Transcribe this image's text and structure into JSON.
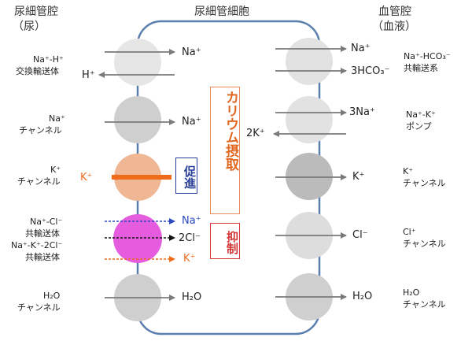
{
  "headers": {
    "left": "尿細管腔",
    "left_sub": "（尿）",
    "center": "尿細管細胞",
    "right": "血管腔",
    "right_sub": "（血液）"
  },
  "left_labels": {
    "nah_exchanger_ion": "Na⁺-H⁺",
    "nah_exchanger": "交換輸送体",
    "na_channel_ion": "Na⁺",
    "na_channel": "チャンネル",
    "k_channel_ion": "K⁺",
    "k_channel": "チャンネル",
    "nacl_ion": "Na⁺-Cl⁻",
    "nacl": "共輸送体",
    "nkcc_ion": "Na⁺-K⁺-2Cl⁻",
    "nkcc": "共輸送体",
    "h2o_channel_ion": "H₂O",
    "h2o_channel": "チャンネル"
  },
  "right_labels": {
    "nahco3_ion": "Na⁺-HCO₃⁻",
    "nahco3": "共輸送系",
    "nak_pump_ion": "Na⁺-K⁺",
    "nak_pump": "ポンプ",
    "k_channel_ion": "K⁺",
    "k_channel": "チャンネル",
    "cl_channel_ion": "Cl⁺",
    "cl_channel": "チャンネル",
    "h2o_channel_ion": "H₂O",
    "h2o_channel": "チャンネル"
  },
  "ions": {
    "na_1": "Na⁺",
    "h": "H⁺",
    "na_2": "Na⁺",
    "k_lumen": "K⁺",
    "na_blue": "Na⁺",
    "cl2": "2Cl⁻",
    "k_orange": "K⁺",
    "h2o_left": "H₂O",
    "na_right": "Na⁺",
    "hco3": "3HCO₃⁻",
    "na3": "3Na⁺",
    "k2": "2K⁺",
    "k_right": "K⁺",
    "cl_right": "Cl⁻",
    "h2o_right": "H₂O"
  },
  "boxes": {
    "kalium": "カリウム摂取",
    "promote": "促進",
    "inhibit": "抑制"
  },
  "colors": {
    "cell_border": "#5a7fae",
    "gray_light": "#e2e2e2",
    "gray_mid": "#cfcfcf",
    "gray_dark": "#bbbbbb",
    "orange_fill": "#efb793",
    "orange_arrow": "#ee6c1c",
    "magenta": "#e65cdf",
    "blue": "#2c49c0",
    "kalium_text": "#e0661e",
    "kalium_border": "#e8895a",
    "promote_text": "#2a3f99",
    "inhibit_text": "#d23636",
    "arrow_gray": "#7a7a7a"
  }
}
